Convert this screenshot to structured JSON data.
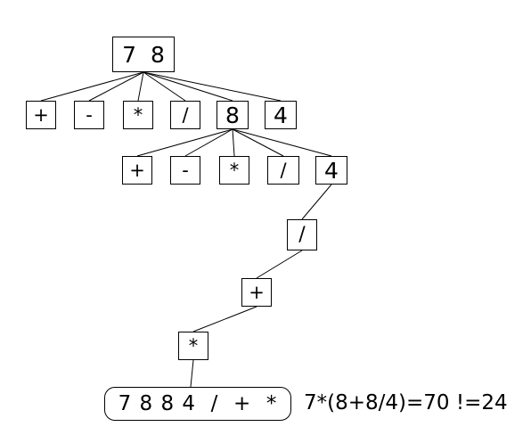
{
  "tree": {
    "root": "7  8",
    "level1": [
      "+",
      "-",
      "*",
      "/",
      "8",
      "4"
    ],
    "level2": [
      "+",
      "-",
      "*",
      "/",
      "4"
    ],
    "chain": [
      "/",
      "+",
      "*"
    ]
  },
  "result_sequence": "7 8 8 4  /  +  *",
  "equation": "7*(8+8/4)=70 !=24"
}
